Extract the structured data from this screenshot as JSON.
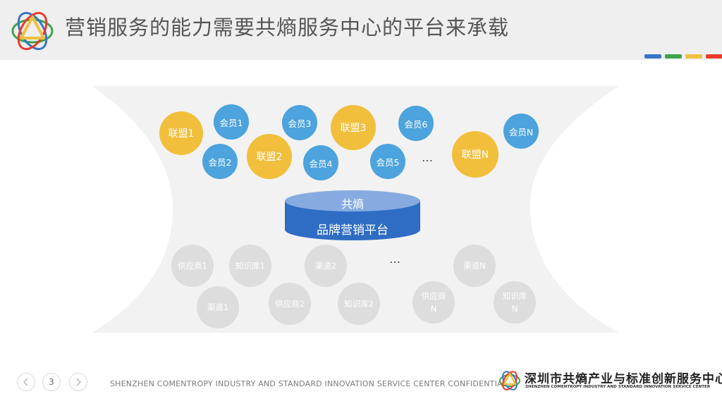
{
  "header": {
    "title": "营销服务的能力需要共熵服务中心的平台来承载",
    "color_bars": [
      "#3875c5",
      "#3ea44a",
      "#f0c03e",
      "#e83a2b"
    ]
  },
  "diagram": {
    "alliances": [
      {
        "label": "联盟1"
      },
      {
        "label": "联盟2"
      },
      {
        "label": "联盟3"
      },
      {
        "label": "联盟N"
      }
    ],
    "members": [
      {
        "label": "会员1"
      },
      {
        "label": "会员2"
      },
      {
        "label": "会员3"
      },
      {
        "label": "会员4"
      },
      {
        "label": "会员5"
      },
      {
        "label": "会员6"
      },
      {
        "label": "会员N"
      }
    ],
    "top_ellipsis": "…",
    "platform": {
      "line1": "共熵",
      "line2": "品牌营销平台"
    },
    "resources": [
      {
        "label": "供应商1"
      },
      {
        "label": "知识库1"
      },
      {
        "label": "渠道2"
      },
      {
        "label": "渠道N"
      },
      {
        "label": "渠道1"
      },
      {
        "label": "供应商2"
      },
      {
        "label": "知识库2"
      },
      {
        "label": "供应商\nN"
      },
      {
        "label": "知识库\nN"
      }
    ],
    "bottom_ellipsis": "…"
  },
  "footer": {
    "prev_icon": "chevron-left-icon",
    "next_icon": "chevron-right-icon",
    "page_number": "3",
    "confidential": "SHENZHEN COMENTROPY INDUSTRY AND STANDARD INNOVATION SERVICE CENTER CONFIDENTIAL",
    "org_name_cn": "深圳市共熵产业与标准创新服务中心",
    "org_name_en": "SHENZHEN COMENTROPY INDUSTRY AND STANDARD INNOVATION SERVICE CENTER"
  }
}
